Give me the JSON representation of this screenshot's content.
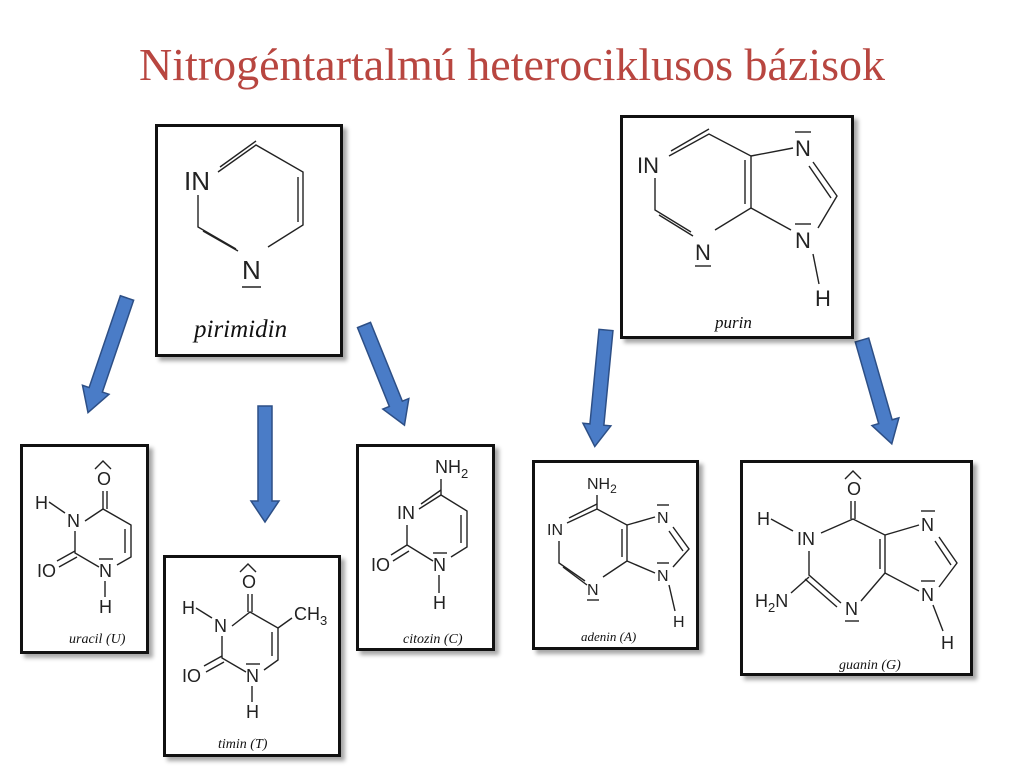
{
  "title": "Nitrogéntartalmú heterociklusos bázisok",
  "colors": {
    "title": "#b84640",
    "arrow_fill": "#4a7cc7",
    "arrow_stroke": "#2d4f86",
    "border": "#111111"
  },
  "pirimidin": {
    "caption": "pirimidin",
    "n1": "IN",
    "n2": "N"
  },
  "purin": {
    "caption": "purin",
    "n1": "IN",
    "n2": "N",
    "n3": "N",
    "n4": "N",
    "h": "H"
  },
  "uracil": {
    "caption": "uracil (U)",
    "o_top": "O",
    "h_left": "H",
    "n1": "N",
    "o_left": "IO",
    "n2": "N",
    "h_bottom": "H"
  },
  "timin": {
    "caption": "timin (T)",
    "o_top": "O",
    "h_left": "H",
    "n1": "N",
    "ch3": "CH",
    "ch3_sub": "3",
    "o_left": "IO",
    "n2": "N",
    "h_bottom": "H"
  },
  "citozin": {
    "caption": "citozin (C)",
    "nh2": "NH",
    "nh2_sub": "2",
    "n1": "IN",
    "o_left": "IO",
    "n2": "N",
    "h_bottom": "H"
  },
  "adenin": {
    "caption": "adenin (A)",
    "nh2": "NH",
    "nh2_sub": "2",
    "n1": "IN",
    "n2": "N",
    "n3": "N",
    "n4": "N",
    "h": "H"
  },
  "guanin": {
    "caption": "guanin (G)",
    "o_top": "O",
    "h_left": "H",
    "n1": "IN",
    "n2": "N",
    "n3": "N",
    "n4": "N",
    "h_bottom": "H",
    "h2n": "H",
    "h2n_sub": "2",
    "h2n_n": "N"
  }
}
